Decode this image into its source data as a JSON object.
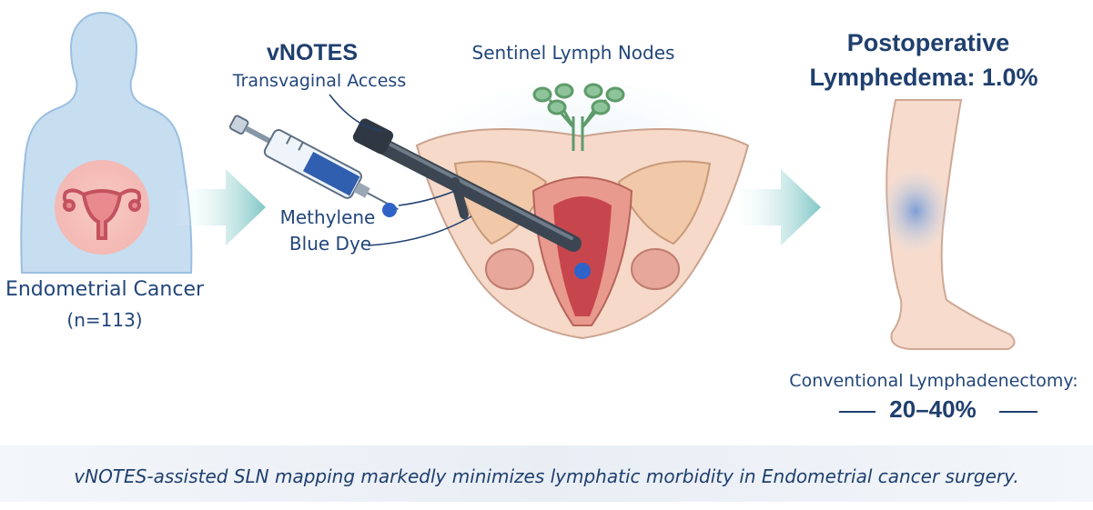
{
  "patient": {
    "title": "Endometrial Cancer",
    "count": "(n=113)"
  },
  "procedure": {
    "title": "vNOTES",
    "subtitle": "Transvaginal Access"
  },
  "dye": {
    "line1": "Methylene",
    "line2": "Blue Dye"
  },
  "nodes": {
    "label": "Sentinel Lymph Nodes"
  },
  "outcome": {
    "line1": "Postoperative",
    "line2": "Lymphedema: 1.0%",
    "comparison_label": "Conventional Lymphadenectomy:",
    "comparison_value": "20–40%"
  },
  "conclusion": "vNOTES-assisted SLN mapping markedly minimizes lymphatic morbidity in Endometrial cancer surgery.",
  "colors": {
    "text": "#1f3f6e",
    "arrow": "#8fd0cf",
    "silhouette": "#c7ddf0",
    "tissue": "#f3c9b6",
    "dye_blue": "#2f63c8",
    "node_green": "#8fc49a"
  }
}
